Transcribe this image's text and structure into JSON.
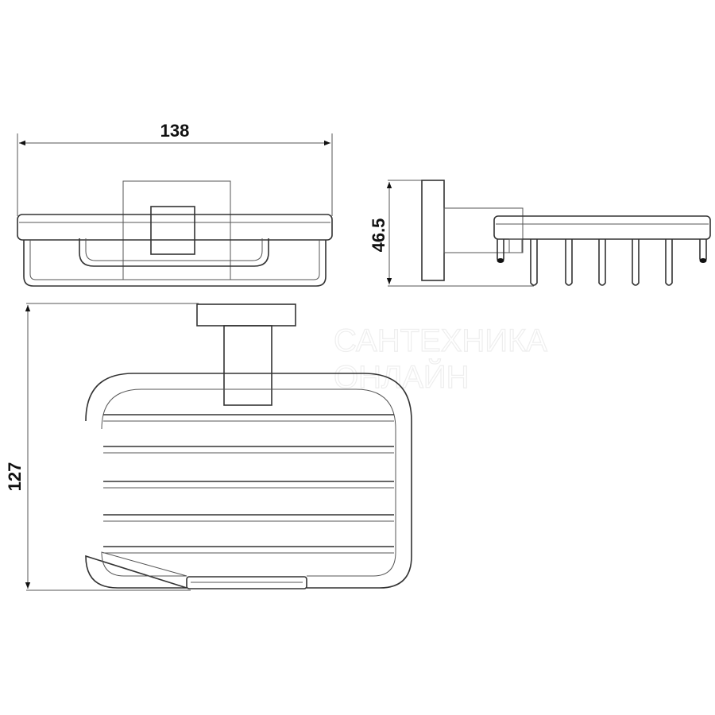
{
  "dimensions": {
    "width": "138",
    "height_side": "46.5",
    "depth": "127"
  },
  "watermark": {
    "line1": "САНТЕХНИКА",
    "line2": "ОНЛАЙН"
  }
}
